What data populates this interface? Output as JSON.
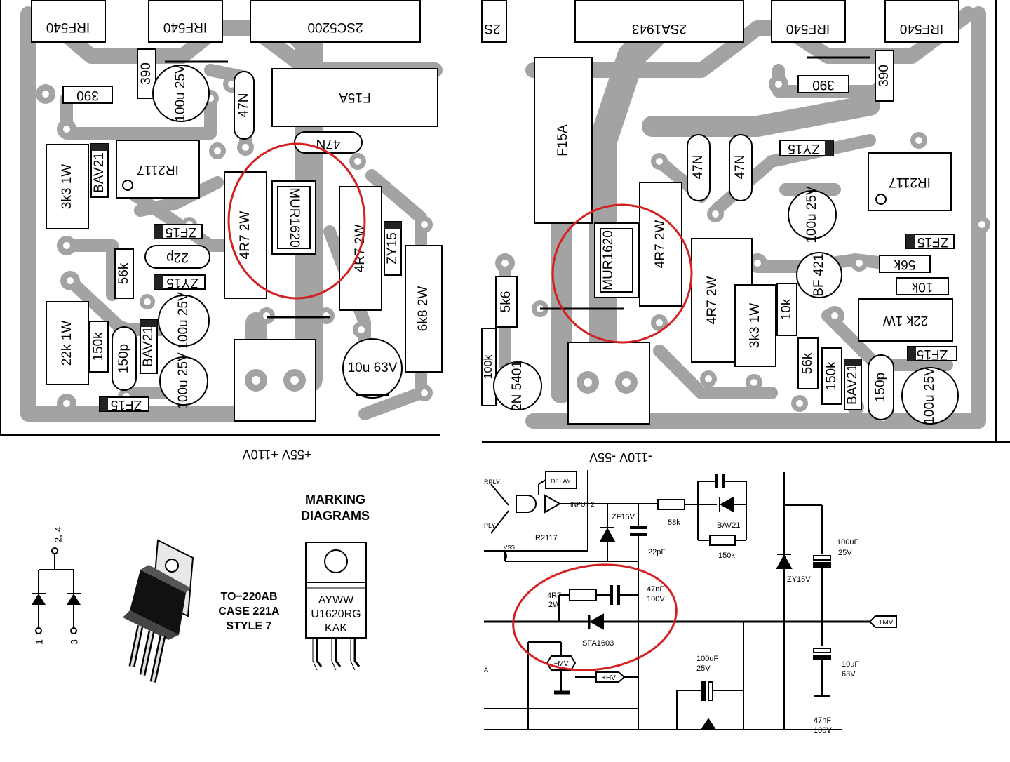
{
  "left_pcb": {
    "components": [
      {
        "label": "IRF540"
      },
      {
        "label": "IRF540"
      },
      {
        "label": "2SC5200"
      },
      {
        "label": "F15A"
      },
      {
        "label": "390"
      },
      {
        "label": "390"
      },
      {
        "label": "100u 25V"
      },
      {
        "label": "47N"
      },
      {
        "label": "47N"
      },
      {
        "label": "3k3 1W"
      },
      {
        "label": "BAV21"
      },
      {
        "label": "IR2117"
      },
      {
        "label": "ZF15"
      },
      {
        "label": "22p"
      },
      {
        "label": "56k"
      },
      {
        "label": "ZY15"
      },
      {
        "label": "4R7 2W"
      },
      {
        "label": "MUR1620"
      },
      {
        "label": "4R7 2W"
      },
      {
        "label": "ZY15"
      },
      {
        "label": "6k8 2W"
      },
      {
        "label": "22k 1W"
      },
      {
        "label": "150k"
      },
      {
        "label": "150p"
      },
      {
        "label": "BAV21"
      },
      {
        "label": "100u 25V"
      },
      {
        "label": "100u 25V"
      },
      {
        "label": "ZF15"
      },
      {
        "label": "10u 63V"
      }
    ],
    "rail_label": "+55V +110V"
  },
  "right_pcb": {
    "components": [
      {
        "label": "2S"
      },
      {
        "label": "2SA1943"
      },
      {
        "label": "IRF540"
      },
      {
        "label": "IRF540"
      },
      {
        "label": "390"
      },
      {
        "label": "390"
      },
      {
        "label": "F15A"
      },
      {
        "label": "47N"
      },
      {
        "label": "47N"
      },
      {
        "label": "ZY15"
      },
      {
        "label": "IR2117"
      },
      {
        "label": "MUR1620"
      },
      {
        "label": "4R7 2W"
      },
      {
        "label": "100u 25V"
      },
      {
        "label": "ZF15"
      },
      {
        "label": "BF 421"
      },
      {
        "label": "56k"
      },
      {
        "label": "10k"
      },
      {
        "label": "5k6"
      },
      {
        "label": "4R7 2W"
      },
      {
        "label": "3k3 1W"
      },
      {
        "label": "10k"
      },
      {
        "label": "22k 1W"
      },
      {
        "label": "100k"
      },
      {
        "label": "2N 5401"
      },
      {
        "label": "56k"
      },
      {
        "label": "150k"
      },
      {
        "label": "BAV21"
      },
      {
        "label": "150p"
      },
      {
        "label": "ZF15"
      },
      {
        "label": "100u 25V"
      }
    ],
    "rail_label": "-110V -55V"
  },
  "package": {
    "pin_top": "2, 4",
    "pin_left": "1",
    "pin_right": "3",
    "case_line1": "TO−220AB",
    "case_line2": "CASE 221A",
    "case_line3": "STYLE 7",
    "marking_title1": "MARKING",
    "marking_title2": "DIAGRAMS",
    "marking_line1": "AYWW",
    "marking_line2": "U1620RG",
    "marking_line3": "KAK"
  },
  "schematic": {
    "labels": {
      "rply": "RPLY",
      "ply": "PLY",
      "delay": "DELAY",
      "input2": "INPUT 2",
      "ir2117": "IR2117",
      "vss": "VSS",
      "pin3": "3",
      "zf15v": "ZF15V",
      "r58k": "58k",
      "c22pf": "22pF",
      "bav21": "BAV21",
      "r150k": "150k",
      "zy15v": "ZY15V",
      "c100uf_a": "100uF",
      "c25v_a": "25V",
      "r4r7": "4R7",
      "r2w": "2W",
      "c47nf": "47nF",
      "c100v": "100V",
      "sfa1603": "SFA1603",
      "mv_right": "+MV",
      "mv_left": "+MV",
      "hv": "+HV",
      "c100uf_b": "100uF",
      "c25v_b": "25V",
      "c10uf": "10uF",
      "c63v": "63V",
      "c47nf_b": "47nF",
      "c100v_b": "100V",
      "a_mark": "A"
    }
  },
  "colors": {
    "trace": "#a3a3a3",
    "highlight": "#d42020",
    "ink": "#000000"
  }
}
